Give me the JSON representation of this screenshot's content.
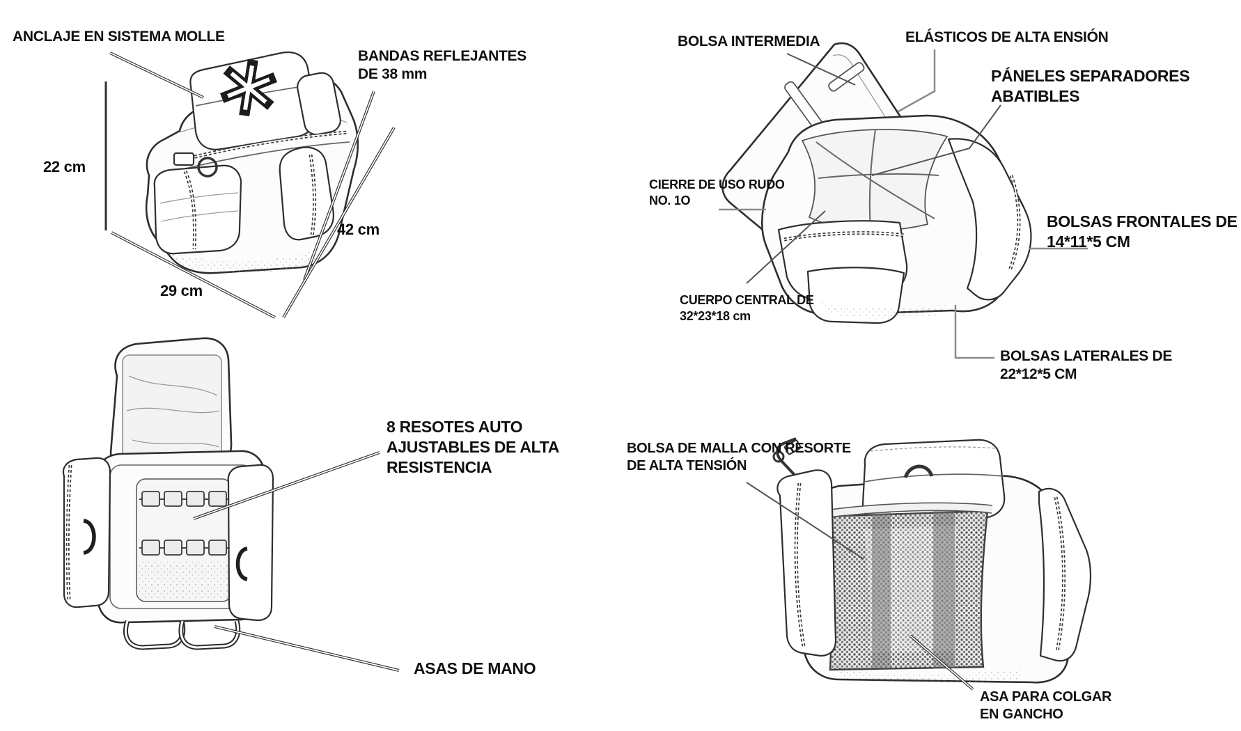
{
  "diagram": {
    "background": "#ffffff",
    "ink": "#101010",
    "views": {
      "closed_bag": {
        "anclaje": "ANCLAJE EN SISTEMA MOLLE",
        "bandas_line1": "BANDAS REFLEJANTES",
        "bandas_line2": "DE 38 mm",
        "dim_height": "22 cm",
        "dim_depth": "42 cm",
        "dim_width": "29 cm",
        "emblem_icon": "star-of-life"
      },
      "open_bag": {
        "bolsa_intermedia": "BOLSA INTERMEDIA",
        "elasticos": "ELÁSTICOS DE ALTA ENSIÓN",
        "paneles_line1": "PÁNELES SEPARADORES",
        "paneles_line2": "ABATIBLES",
        "cierre_line1": "CIERRE DE USO RUDO",
        "cierre_line2": "NO. 1O",
        "bolsas_frontales_line1": "BOLSAS FRONTALES DE",
        "bolsas_frontales_line2": "14*11*5 CM",
        "cuerpo_line1": "CUERPO CENTRAL DE",
        "cuerpo_line2": "32*23*18 cm",
        "bolsas_laterales_line1": "BOLSAS LATERALES DE",
        "bolsas_laterales_line2": "22*12*5 CM"
      },
      "front_open_bag": {
        "resortes_line1": "8 RESOTES AUTO",
        "resortes_line2": "AJUSTABLES DE ALTA",
        "resortes_line3": "RESISTENCIA",
        "asas": "ASAS DE MANO"
      },
      "mesh_bag": {
        "malla_line1": "BOLSA DE MALLA CON RESORTE",
        "malla_line2": "DE ALTA TENSIÓN",
        "gancho_line1": "ASA PARA COLGAR",
        "gancho_line2": "EN GANCHO"
      }
    }
  }
}
